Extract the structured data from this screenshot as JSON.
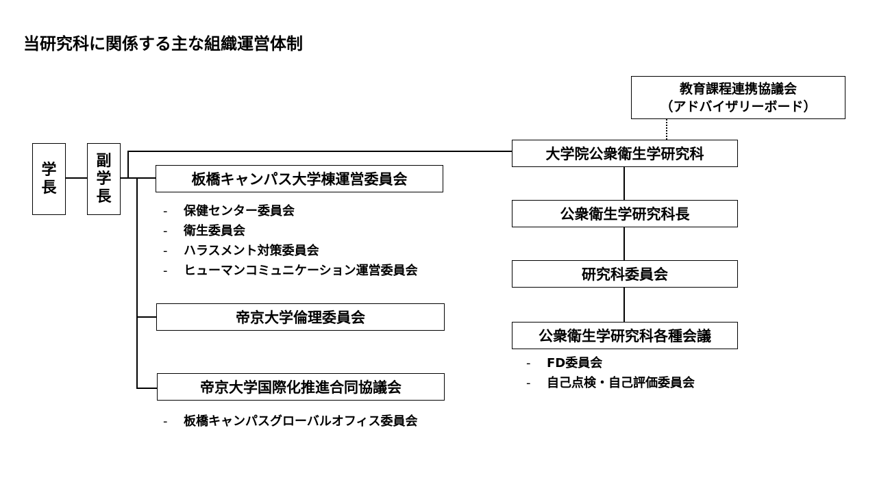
{
  "title": "当研究科に関係する主な組織運営体制",
  "left": {
    "president": [
      "学",
      "長"
    ],
    "vice_president": [
      "副",
      "学",
      "長"
    ]
  },
  "branches": {
    "itabashi_committee": "板橋キャンパス大学棟運営委員会",
    "itabashi_items": [
      "保健センター委員会",
      "衛生委員会",
      "ハラスメント対策委員会",
      "ヒューマンコミュニケーション運営委員会"
    ],
    "ethics_committee": "帝京大学倫理委員会",
    "international_council": "帝京大学国際化推進合同協議会",
    "international_items": [
      "板橋キャンパスグローバルオフィス委員会"
    ]
  },
  "right": {
    "advisory_line1": "教育課程連携協議会",
    "advisory_line2": "（アドバイザリーボード）",
    "graduate_school": "大学院公衆衛生学研究科",
    "dean": "公衆衛生学研究科長",
    "faculty_committee": "研究科委員会",
    "various_meetings": "公衆衛生学研究科各種会議",
    "meeting_items": [
      "FD委員会",
      "自己点検・自己評価委員会"
    ]
  },
  "list_dash": "-"
}
